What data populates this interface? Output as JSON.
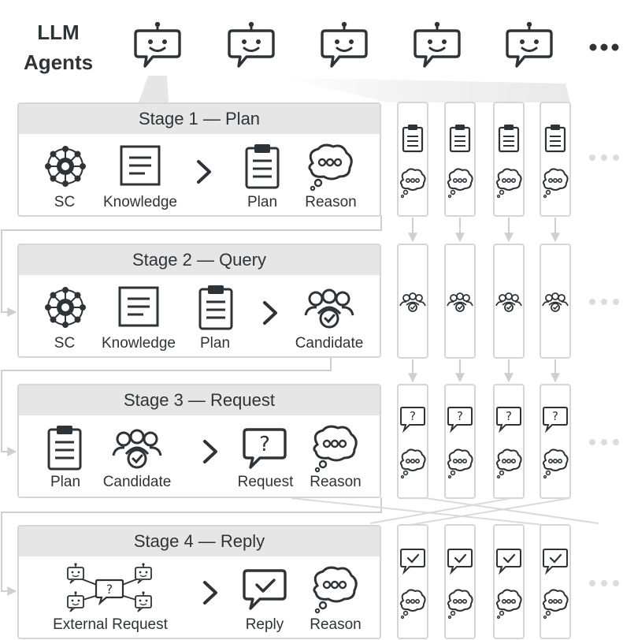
{
  "header": {
    "title_line1": "LLM",
    "title_line2": "Agents",
    "more": "•••"
  },
  "stages": [
    {
      "title": "Stage 1 — Plan",
      "labels": [
        "SC",
        "Knowledge",
        "Plan",
        "Reason"
      ]
    },
    {
      "title": "Stage 2 — Query",
      "labels": [
        "SC",
        "Knowledge",
        "Plan",
        "Candidate"
      ]
    },
    {
      "title": "Stage 3 — Request",
      "labels": [
        "Plan",
        "Candidate",
        "Request",
        "Reason"
      ]
    },
    {
      "title": "Stage 4 — Reply",
      "labels": [
        "External Request",
        "Reply",
        "Reason"
      ]
    }
  ],
  "colors": {
    "icon": "#2e3338",
    "box_border": "#d6d6d6",
    "header_fill": "#e6e6e6",
    "connector": "#cfcfcf"
  },
  "icons": [
    "robot-icon",
    "sc-network-icon",
    "document-icon",
    "clipboard-icon",
    "thought-bubble-icon",
    "people-check-icon",
    "question-bubble-icon",
    "check-bubble-icon",
    "chevron-right-icon"
  ]
}
